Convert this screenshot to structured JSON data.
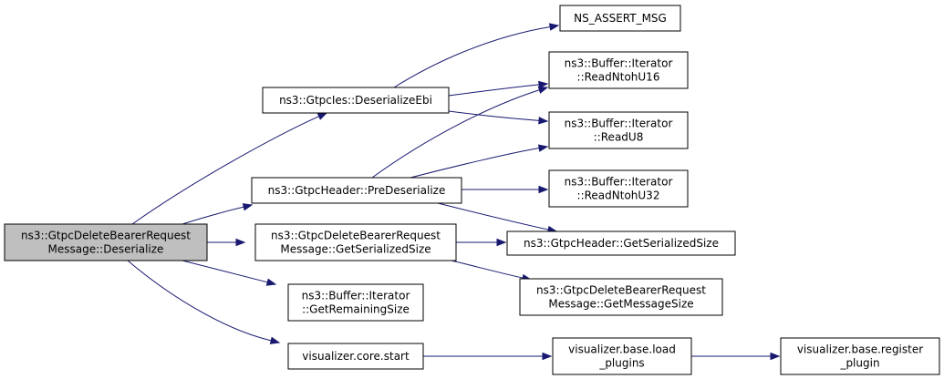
{
  "diagram": {
    "nodes": [
      {
        "id": "root",
        "lines": [
          "ns3::GtpcDeleteBearerRequest",
          "Message::Deserialize"
        ],
        "root": true
      },
      {
        "id": "deserialize_ebi",
        "lines": [
          "ns3::GtpcIes::DeserializeEbi"
        ]
      },
      {
        "id": "pre_deserialize",
        "lines": [
          "ns3::GtpcHeader::PreDeserialize"
        ]
      },
      {
        "id": "get_serialized_size_msg",
        "lines": [
          "ns3::GtpcDeleteBearerRequest",
          "Message::GetSerializedSize"
        ]
      },
      {
        "id": "get_remaining_size",
        "lines": [
          "ns3::Buffer::Iterator",
          "::GetRemainingSize"
        ]
      },
      {
        "id": "visualizer_start",
        "lines": [
          "visualizer.core.start"
        ]
      },
      {
        "id": "ns_assert_msg",
        "lines": [
          "NS_ASSERT_MSG"
        ]
      },
      {
        "id": "read_ntoh_u16",
        "lines": [
          "ns3::Buffer::Iterator",
          "::ReadNtohU16"
        ]
      },
      {
        "id": "read_u8",
        "lines": [
          "ns3::Buffer::Iterator",
          "::ReadU8"
        ]
      },
      {
        "id": "read_ntoh_u32",
        "lines": [
          "ns3::Buffer::Iterator",
          "::ReadNtohU32"
        ]
      },
      {
        "id": "header_get_serialized_size",
        "lines": [
          "ns3::GtpcHeader::GetSerializedSize"
        ]
      },
      {
        "id": "get_message_size",
        "lines": [
          "ns3::GtpcDeleteBearerRequest",
          "Message::GetMessageSize"
        ]
      },
      {
        "id": "load_plugins",
        "lines": [
          "visualizer.base.load",
          "_plugins"
        ]
      },
      {
        "id": "register_plugin",
        "lines": [
          "visualizer.base.register",
          "_plugin"
        ]
      }
    ],
    "edges": [
      {
        "from": "root",
        "to": "deserialize_ebi"
      },
      {
        "from": "root",
        "to": "pre_deserialize"
      },
      {
        "from": "root",
        "to": "get_serialized_size_msg"
      },
      {
        "from": "root",
        "to": "get_remaining_size"
      },
      {
        "from": "root",
        "to": "visualizer_start"
      },
      {
        "from": "deserialize_ebi",
        "to": "ns_assert_msg"
      },
      {
        "from": "deserialize_ebi",
        "to": "read_ntoh_u16"
      },
      {
        "from": "deserialize_ebi",
        "to": "read_u8"
      },
      {
        "from": "pre_deserialize",
        "to": "read_ntoh_u16"
      },
      {
        "from": "pre_deserialize",
        "to": "read_u8"
      },
      {
        "from": "pre_deserialize",
        "to": "read_ntoh_u32"
      },
      {
        "from": "pre_deserialize",
        "to": "header_get_serialized_size"
      },
      {
        "from": "get_serialized_size_msg",
        "to": "header_get_serialized_size"
      },
      {
        "from": "get_serialized_size_msg",
        "to": "get_message_size"
      },
      {
        "from": "visualizer_start",
        "to": "load_plugins"
      },
      {
        "from": "load_plugins",
        "to": "register_plugin"
      }
    ]
  }
}
